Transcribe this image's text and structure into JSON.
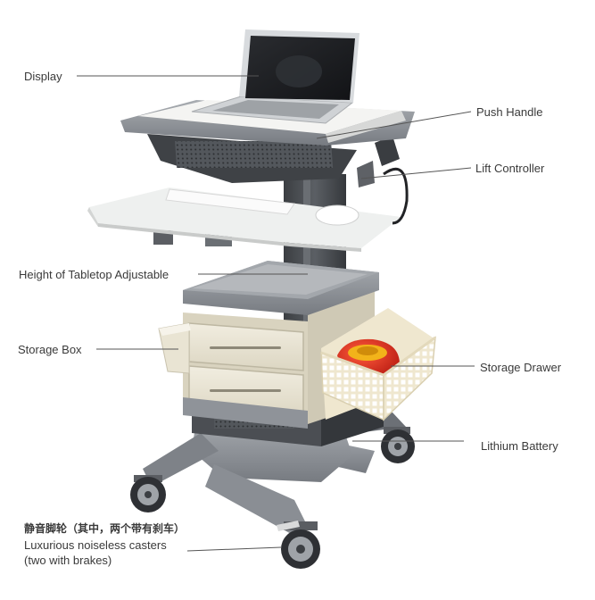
{
  "labels": {
    "display": "Display",
    "push_handle": "Push Handle",
    "lift_controller": "Lift Controller",
    "height_tabletop": "Height of Tabletop Adjustable",
    "storage_box": "Storage Box",
    "storage_drawer": "Storage Drawer",
    "lithium_battery": "Lithium Battery",
    "casters_cn": "静音脚轮（其中，两个带有刹车）",
    "casters_en_line1": "Luxurious noiseless casters",
    "casters_en_line2": "(two with brakes)"
  },
  "colors": {
    "frame_gray": "#8e9298",
    "dark_gray": "#4a4d52",
    "cream": "#ebe6d6",
    "white_panel": "#f4f4f2",
    "sharps_red": "#d5281e",
    "sharps_yellow": "#f2b31a",
    "leader_line": "#555555"
  }
}
